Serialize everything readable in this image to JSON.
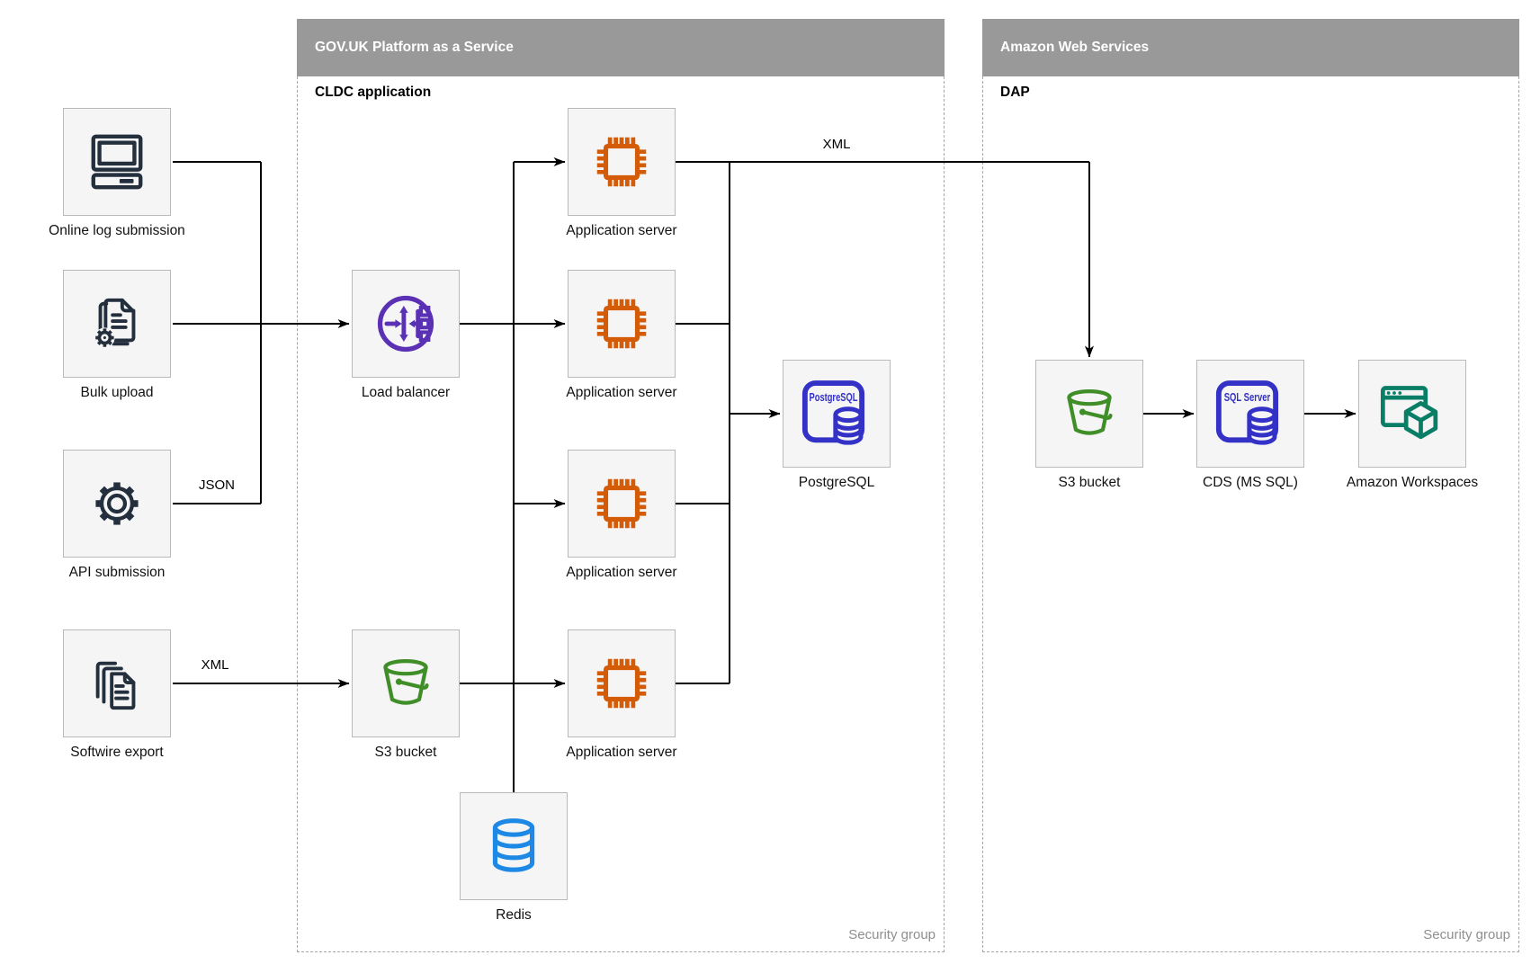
{
  "containers": [
    {
      "title": "GOV.UK Platform as a Service",
      "subtitle": "CLDC application",
      "footer": "Security group"
    },
    {
      "title": "Amazon Web Services",
      "subtitle": "DAP",
      "footer": "Security group"
    }
  ],
  "nodes": [
    {
      "label": "Online log submission",
      "icon": "computer-icon"
    },
    {
      "label": "Bulk upload",
      "icon": "document-gear-icon"
    },
    {
      "label": "API submission",
      "icon": "gear-icon"
    },
    {
      "label": "Softwire export",
      "icon": "documents-stack-icon"
    },
    {
      "label": "Load balancer",
      "icon": "load-balancer-icon"
    },
    {
      "label": "S3 bucket",
      "icon": "bucket-icon"
    },
    {
      "label": "Application server",
      "icon": "chip-icon"
    },
    {
      "label": "Application server",
      "icon": "chip-icon"
    },
    {
      "label": "Application server",
      "icon": "chip-icon"
    },
    {
      "label": "Application server",
      "icon": "chip-icon"
    },
    {
      "label": "PostgreSQL",
      "icon": "postgresql-icon",
      "icon_text": "PostgreSQL"
    },
    {
      "label": "Redis",
      "icon": "database-cylinder-icon"
    },
    {
      "label": "S3 bucket",
      "icon": "bucket-icon"
    },
    {
      "label": "CDS (MS SQL)",
      "icon": "sql-server-icon",
      "icon_text": "SQL Server"
    },
    {
      "label": "Amazon Workspaces",
      "icon": "workspaces-icon"
    }
  ],
  "edge_labels": {
    "top_xml": "XML",
    "json": "JSON",
    "softwire_xml": "XML"
  },
  "colors": {
    "background": "#ffffff",
    "box_fill": "#f5f5f5",
    "box_border": "#b9b9b9",
    "bar": "#999999",
    "bar_text": "#ffffff",
    "dash": "#a6a6a6",
    "security": "#8f8f8f",
    "line": "#000000",
    "navy": "#242f3e",
    "orange": "#d45b07",
    "purple": "#5a30b5",
    "green": "#3f8e28",
    "blue": "#1e88e5",
    "indigo": "#3331c6",
    "teal": "#087e67"
  }
}
